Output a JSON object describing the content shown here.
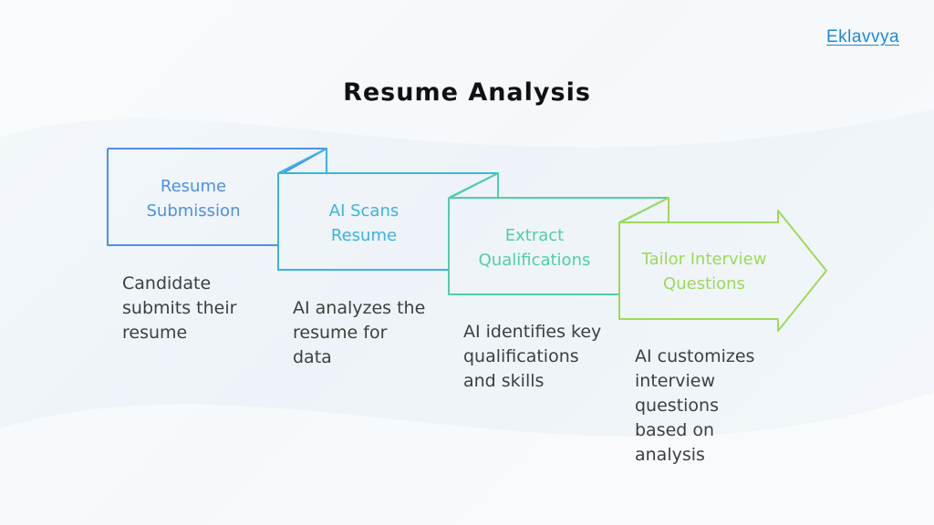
{
  "brand": "Eklavvya",
  "title": "Resume Analysis",
  "steps": [
    {
      "label_lines": [
        "Resume",
        "Submission"
      ],
      "desc_lines": [
        "Candidate",
        "submits their",
        "resume"
      ],
      "color": "#4f8fe6"
    },
    {
      "label_lines": [
        "AI Scans",
        "Resume"
      ],
      "desc_lines": [
        "AI analyzes the",
        "resume for",
        "data"
      ],
      "color": "#3bb3e0"
    },
    {
      "label_lines": [
        "Extract",
        "Qualifications"
      ],
      "desc_lines": [
        "AI identifies key",
        "qualifications",
        "and skills"
      ],
      "color": "#4fcfa4"
    },
    {
      "label_lines": [
        "Tailor Interview",
        "Questions"
      ],
      "desc_lines": [
        "AI customizes",
        "interview",
        "questions",
        "based on",
        "analysis"
      ],
      "color": "#9ed85a"
    }
  ]
}
